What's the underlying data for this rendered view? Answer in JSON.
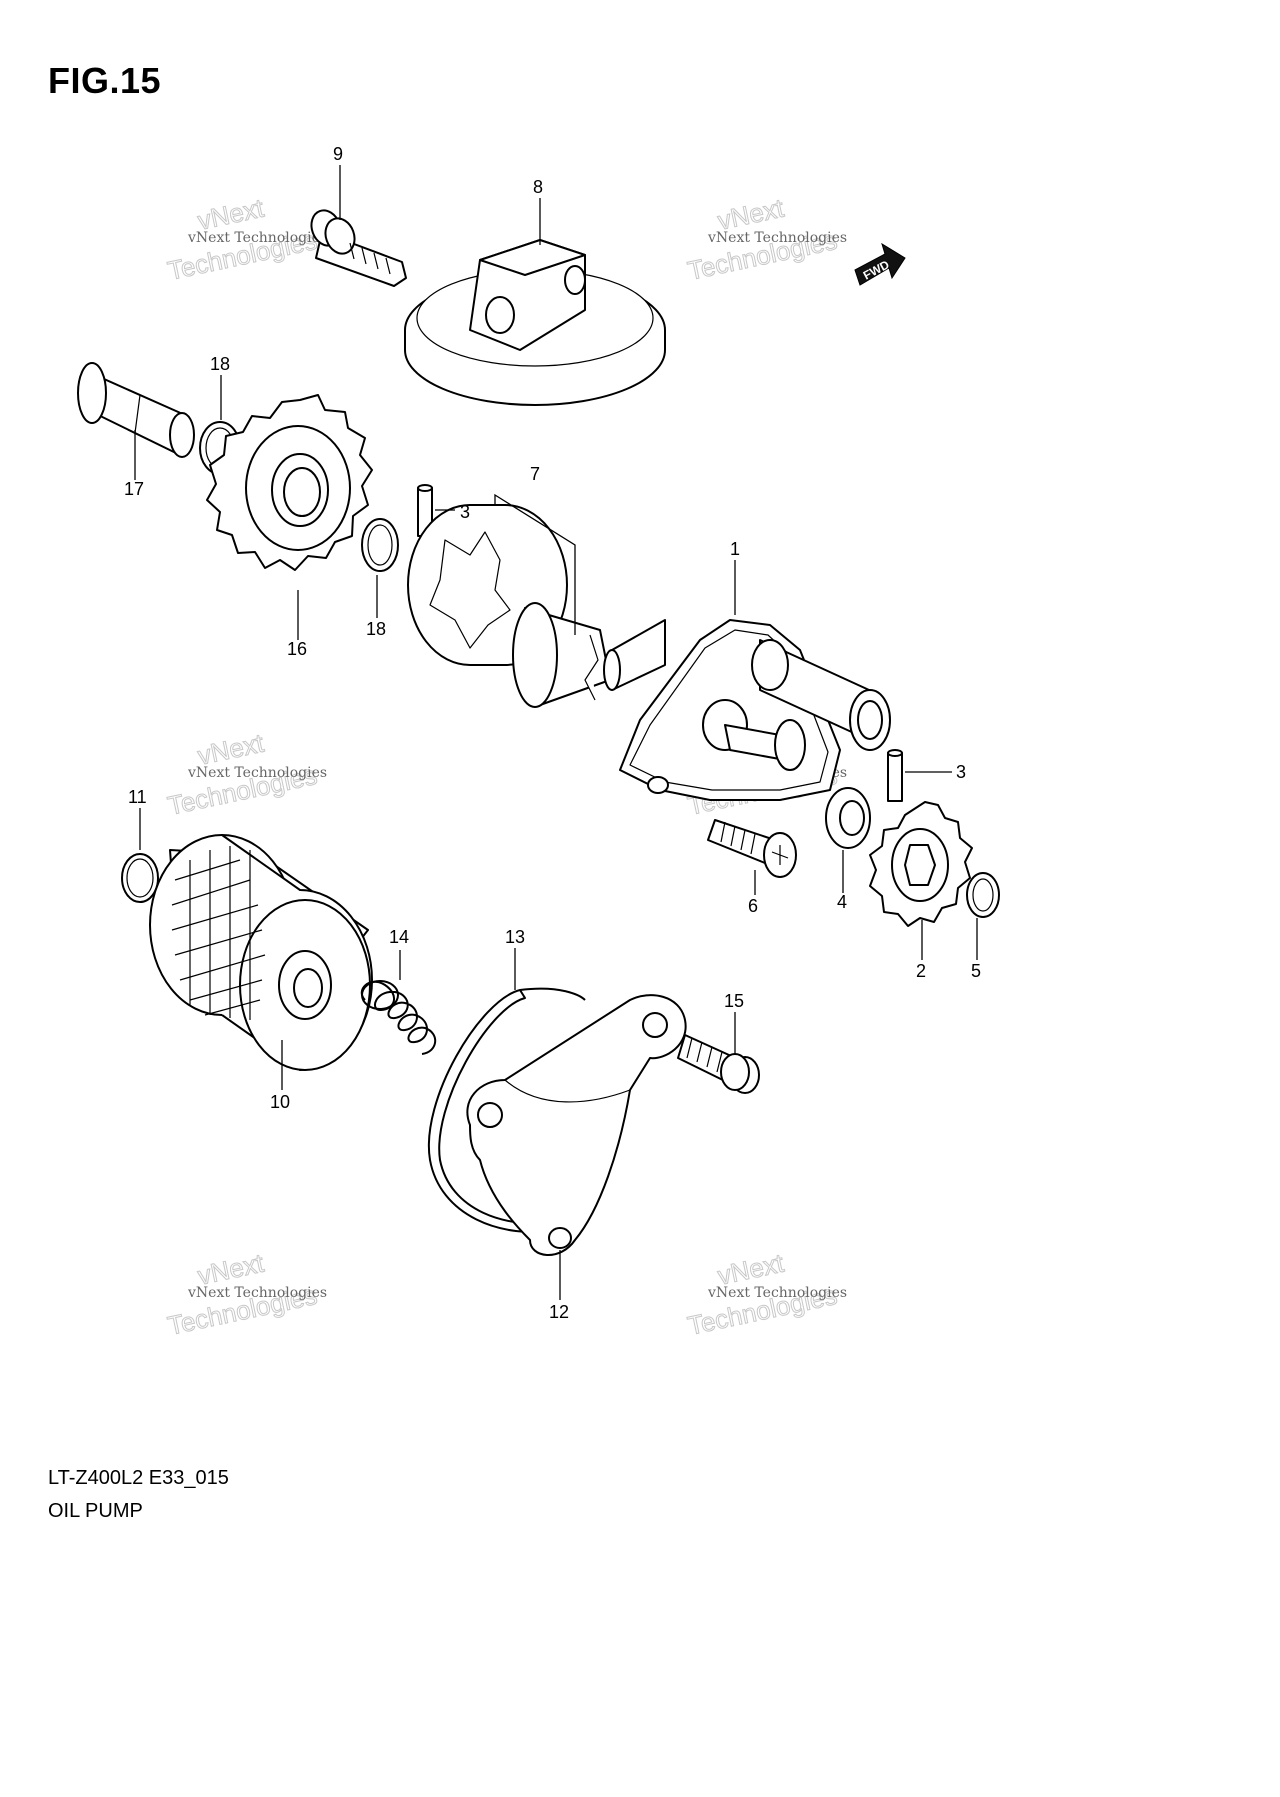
{
  "figure": {
    "title": "FIG.15",
    "ref_code": "LT-Z400L2 E33_015",
    "subtitle": "OIL PUMP",
    "fwd_label": "FWD"
  },
  "watermark": {
    "line1": "vNext",
    "line2": "vNext Technologies",
    "line3": "Technologies"
  },
  "callouts": [
    {
      "id": "c9",
      "label": "9"
    },
    {
      "id": "c8",
      "label": "8"
    },
    {
      "id": "c18a",
      "label": "18"
    },
    {
      "id": "c17",
      "label": "17"
    },
    {
      "id": "c7",
      "label": "7"
    },
    {
      "id": "c3a",
      "label": "3"
    },
    {
      "id": "c16",
      "label": "16"
    },
    {
      "id": "c18b",
      "label": "18"
    },
    {
      "id": "c1",
      "label": "1"
    },
    {
      "id": "c3b",
      "label": "3"
    },
    {
      "id": "c11",
      "label": "11"
    },
    {
      "id": "c6",
      "label": "6"
    },
    {
      "id": "c4",
      "label": "4"
    },
    {
      "id": "c2",
      "label": "2"
    },
    {
      "id": "c5",
      "label": "5"
    },
    {
      "id": "c14",
      "label": "14"
    },
    {
      "id": "c13",
      "label": "13"
    },
    {
      "id": "c15",
      "label": "15"
    },
    {
      "id": "c10",
      "label": "10"
    },
    {
      "id": "c12",
      "label": "12"
    }
  ]
}
